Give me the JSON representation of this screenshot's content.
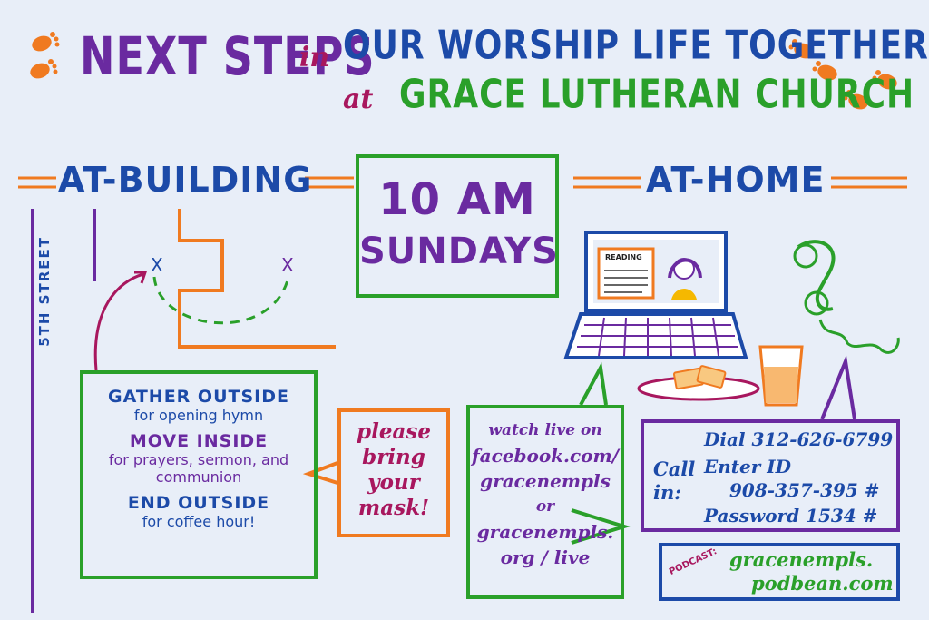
{
  "header": {
    "next_steps": "NEXT STEPS",
    "in": "in",
    "worship": "OUR WORSHIP LIFE TOGETHER",
    "at": "at",
    "church": "GRACE LUTHERAN CHURCH"
  },
  "sections": {
    "building": "AT-BUILDING",
    "home": "AT-HOME"
  },
  "time": {
    "main": "10 AM",
    "sub": "SUNDAYS"
  },
  "map": {
    "street": "5TH STREET",
    "marker": "X"
  },
  "gather": {
    "line1": "GATHER OUTSIDE",
    "line2": "for opening hymn",
    "line3": "MOVE INSIDE",
    "line4": "for prayers, sermon, and",
    "line5": "communion",
    "line6": "END OUTSIDE",
    "line7": "for coffee hour!"
  },
  "mask": {
    "l1": "please",
    "l2": "bring",
    "l3": "your",
    "l4": "mask!"
  },
  "watch": {
    "l1": "watch live on",
    "l2": "facebook.com/",
    "l3": "gracenempls",
    "l4": "or",
    "l5": "gracenempls.",
    "l6": "org / live"
  },
  "laptop": {
    "reading": "READING"
  },
  "call": {
    "label1": "Call",
    "label2": "in:",
    "dial": "Dial 312-626-6799",
    "enter": "Enter ID",
    "id": "908-357-395 #",
    "password": "Password 1534 #"
  },
  "podcast": {
    "label": "PODCAST:",
    "l1": "gracenempls.",
    "l2": "podbean.com"
  },
  "colors": {
    "purple": "#6a2aa0",
    "blue": "#1c4aa8",
    "green": "#2aa02a",
    "orange": "#f07a20",
    "magenta": "#a8175e"
  }
}
